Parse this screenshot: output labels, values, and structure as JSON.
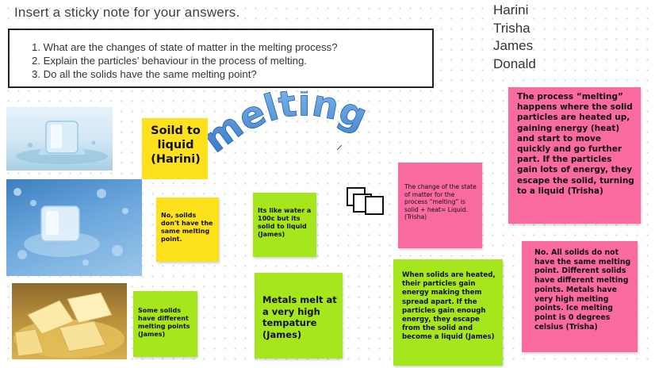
{
  "instruction": "Insert a sticky note for your answers.",
  "questions": [
    "1. What are the changes of state of matter in the melting process?",
    "2. Explain the particles’ behaviour in the process of melting.",
    "3. Do all the solids have the same melting point?"
  ],
  "names": [
    "Harini",
    "Trisha",
    "James",
    "Donald"
  ],
  "wordart": "melting",
  "notes": {
    "solid_to_liquid": "Soild to liquid (Harini)",
    "no_solids": "No, soilds don't have the same melting point.",
    "water_100c": "Its like water a 100c but its solid to liquid (James)",
    "change_of_state": "The change of the state of matter for the process “melting” is solid + heat= Liquid. (Trisha)",
    "process_melting": "The process “melting” happens where the solid particles are heated up, gaining energy (heat) and start to move quickly and go further part. If the particles gain lots of energy, they escape the solid, turning to a liquid (Trisha)",
    "different_points": "Some solids have different melting points (James)",
    "metals_melt": "Metals melt at a very high tempature (James)",
    "particles_gain": "When solids are heated, their particles gain energy making them spread apart. If the particles gain enough energy, they escape from the solid and become a liquid (James)",
    "not_same": "No. All solids do not have the same melting point. Different solids have different melting points. Metals have very high melting points. Ice melting point is 0 degrees celsius (Trisha)"
  },
  "colors": {
    "yellow_note": "#fde11c",
    "green_note": "#a6e61c",
    "pink_note": "#f96aa1",
    "wordart_blue": "#3f86d6"
  }
}
